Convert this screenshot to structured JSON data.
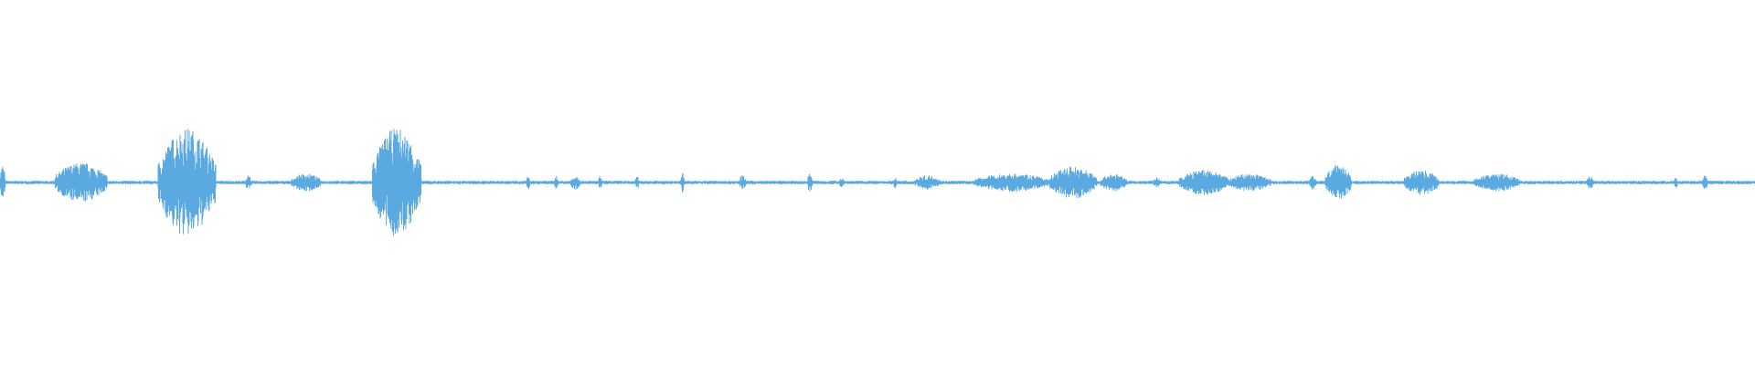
{
  "waveform": {
    "color": "#5aa9e0",
    "baseline_amplitude": 0.01,
    "segments": [
      {
        "start": 0.0,
        "end": 0.003,
        "amp": 0.1
      },
      {
        "start": 0.031,
        "end": 0.061,
        "amp": 0.11
      },
      {
        "start": 0.09,
        "end": 0.123,
        "amp": 0.3
      },
      {
        "start": 0.14,
        "end": 0.143,
        "amp": 0.05
      },
      {
        "start": 0.166,
        "end": 0.183,
        "amp": 0.05
      },
      {
        "start": 0.212,
        "end": 0.24,
        "amp": 0.3
      },
      {
        "start": 0.3,
        "end": 0.302,
        "amp": 0.04
      },
      {
        "start": 0.316,
        "end": 0.318,
        "amp": 0.04
      },
      {
        "start": 0.325,
        "end": 0.331,
        "amp": 0.04
      },
      {
        "start": 0.341,
        "end": 0.343,
        "amp": 0.04
      },
      {
        "start": 0.362,
        "end": 0.364,
        "amp": 0.04
      },
      {
        "start": 0.388,
        "end": 0.39,
        "amp": 0.06
      },
      {
        "start": 0.421,
        "end": 0.425,
        "amp": 0.04
      },
      {
        "start": 0.46,
        "end": 0.463,
        "amp": 0.05
      },
      {
        "start": 0.478,
        "end": 0.481,
        "amp": 0.03
      },
      {
        "start": 0.509,
        "end": 0.511,
        "amp": 0.03
      },
      {
        "start": 0.521,
        "end": 0.536,
        "amp": 0.04
      },
      {
        "start": 0.555,
        "end": 0.598,
        "amp": 0.05
      },
      {
        "start": 0.598,
        "end": 0.625,
        "amp": 0.09
      },
      {
        "start": 0.627,
        "end": 0.642,
        "amp": 0.05
      },
      {
        "start": 0.657,
        "end": 0.661,
        "amp": 0.03
      },
      {
        "start": 0.672,
        "end": 0.7,
        "amp": 0.07
      },
      {
        "start": 0.7,
        "end": 0.724,
        "amp": 0.05
      },
      {
        "start": 0.746,
        "end": 0.75,
        "amp": 0.04
      },
      {
        "start": 0.755,
        "end": 0.77,
        "amp": 0.1
      },
      {
        "start": 0.8,
        "end": 0.82,
        "amp": 0.07
      },
      {
        "start": 0.84,
        "end": 0.866,
        "amp": 0.05
      },
      {
        "start": 0.904,
        "end": 0.908,
        "amp": 0.04
      },
      {
        "start": 0.954,
        "end": 0.956,
        "amp": 0.03
      },
      {
        "start": 0.97,
        "end": 0.973,
        "amp": 0.04
      }
    ]
  }
}
